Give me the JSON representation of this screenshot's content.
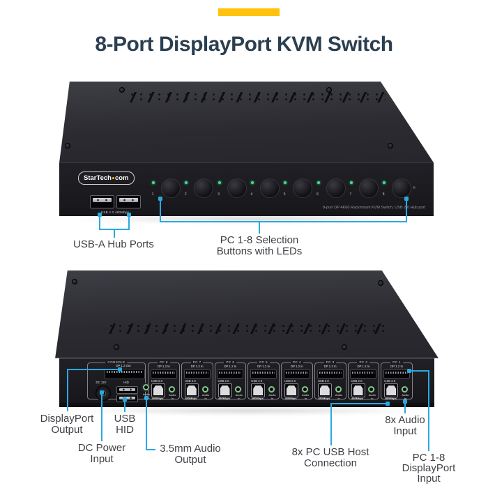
{
  "colors": {
    "accent_yellow": "#FFC20E",
    "callout_blue": "#29A9E1",
    "title_navy": "#2B3F50",
    "led_green": "#3FE08E"
  },
  "title": "8-Port DisplayPort KVM Switch",
  "front": {
    "logo": {
      "part1": "StarTech",
      "part2": "com"
    },
    "usb_caption": "USB 2.0 480Mbps",
    "buttons": [
      "1",
      "2",
      "3",
      "4",
      "5",
      "6",
      "7",
      "8"
    ],
    "panel_text": "8-port DP 4K60 Rackmount KVM Switch, USB 2.0 Hub port",
    "callouts": {
      "usb_hub": "USB-A Hub Ports",
      "selection_line1": "PC 1-8 Selection",
      "selection_line2": "Buttons with LEDs"
    }
  },
  "rear": {
    "console": {
      "label": "CONSOLE",
      "dp_out": "DP 1.2 Out",
      "dc": "DC 12V",
      "hid": "HID",
      "audio_line1": "Audio",
      "audio_line2": "Out"
    },
    "pc_ports": [
      {
        "label": "PC 8",
        "dp": "DP 1.2 In",
        "usb": "USB 2.0",
        "speed": "480Mbps",
        "audio_line1": "Audio",
        "audio_line2": "In"
      },
      {
        "label": "PC 7",
        "dp": "DP 1.2 In",
        "usb": "USB 2.0",
        "speed": "480Mbps",
        "audio_line1": "Audio",
        "audio_line2": "In"
      },
      {
        "label": "PC 6",
        "dp": "DP 1.2 In",
        "usb": "USB 2.0",
        "speed": "480Mbps",
        "audio_line1": "Audio",
        "audio_line2": "In"
      },
      {
        "label": "PC 5",
        "dp": "DP 1.2 In",
        "usb": "USB 2.0",
        "speed": "480Mbps",
        "audio_line1": "Audio",
        "audio_line2": "In"
      },
      {
        "label": "PC 4",
        "dp": "DP 1.2 In",
        "usb": "USB 2.0",
        "speed": "480Mbps",
        "audio_line1": "Audio",
        "audio_line2": "In"
      },
      {
        "label": "PC 3",
        "dp": "DP 1.2 In",
        "usb": "USB 2.0",
        "speed": "480Mbps",
        "audio_line1": "Audio",
        "audio_line2": "In"
      },
      {
        "label": "PC 2",
        "dp": "DP 1.2 In",
        "usb": "USB 2.0",
        "speed": "480Mbps",
        "audio_line1": "Audio",
        "audio_line2": "In"
      },
      {
        "label": "PC 1",
        "dp": "DP 1.2 In",
        "usb": "USB 2.0",
        "speed": "480Mbps",
        "audio_line1": "Audio",
        "audio_line2": "In"
      }
    ],
    "callouts": {
      "dp_out_line1": "DisplayPort",
      "dp_out_line2": "Output",
      "usb_hid_line1": "USB",
      "usb_hid_line2": "HID",
      "dc_line1": "DC Power",
      "dc_line2": "Input",
      "audio_out_line1": "3.5mm Audio",
      "audio_out_line2": "Output",
      "usb_host_line1": "8x PC USB Host",
      "usb_host_line2": "Connection",
      "audio_in_line1": "8x Audio",
      "audio_in_line2": "Input",
      "dp_in_line1": "PC 1-8",
      "dp_in_line2": "DisplayPort",
      "dp_in_line3": "Input"
    }
  }
}
